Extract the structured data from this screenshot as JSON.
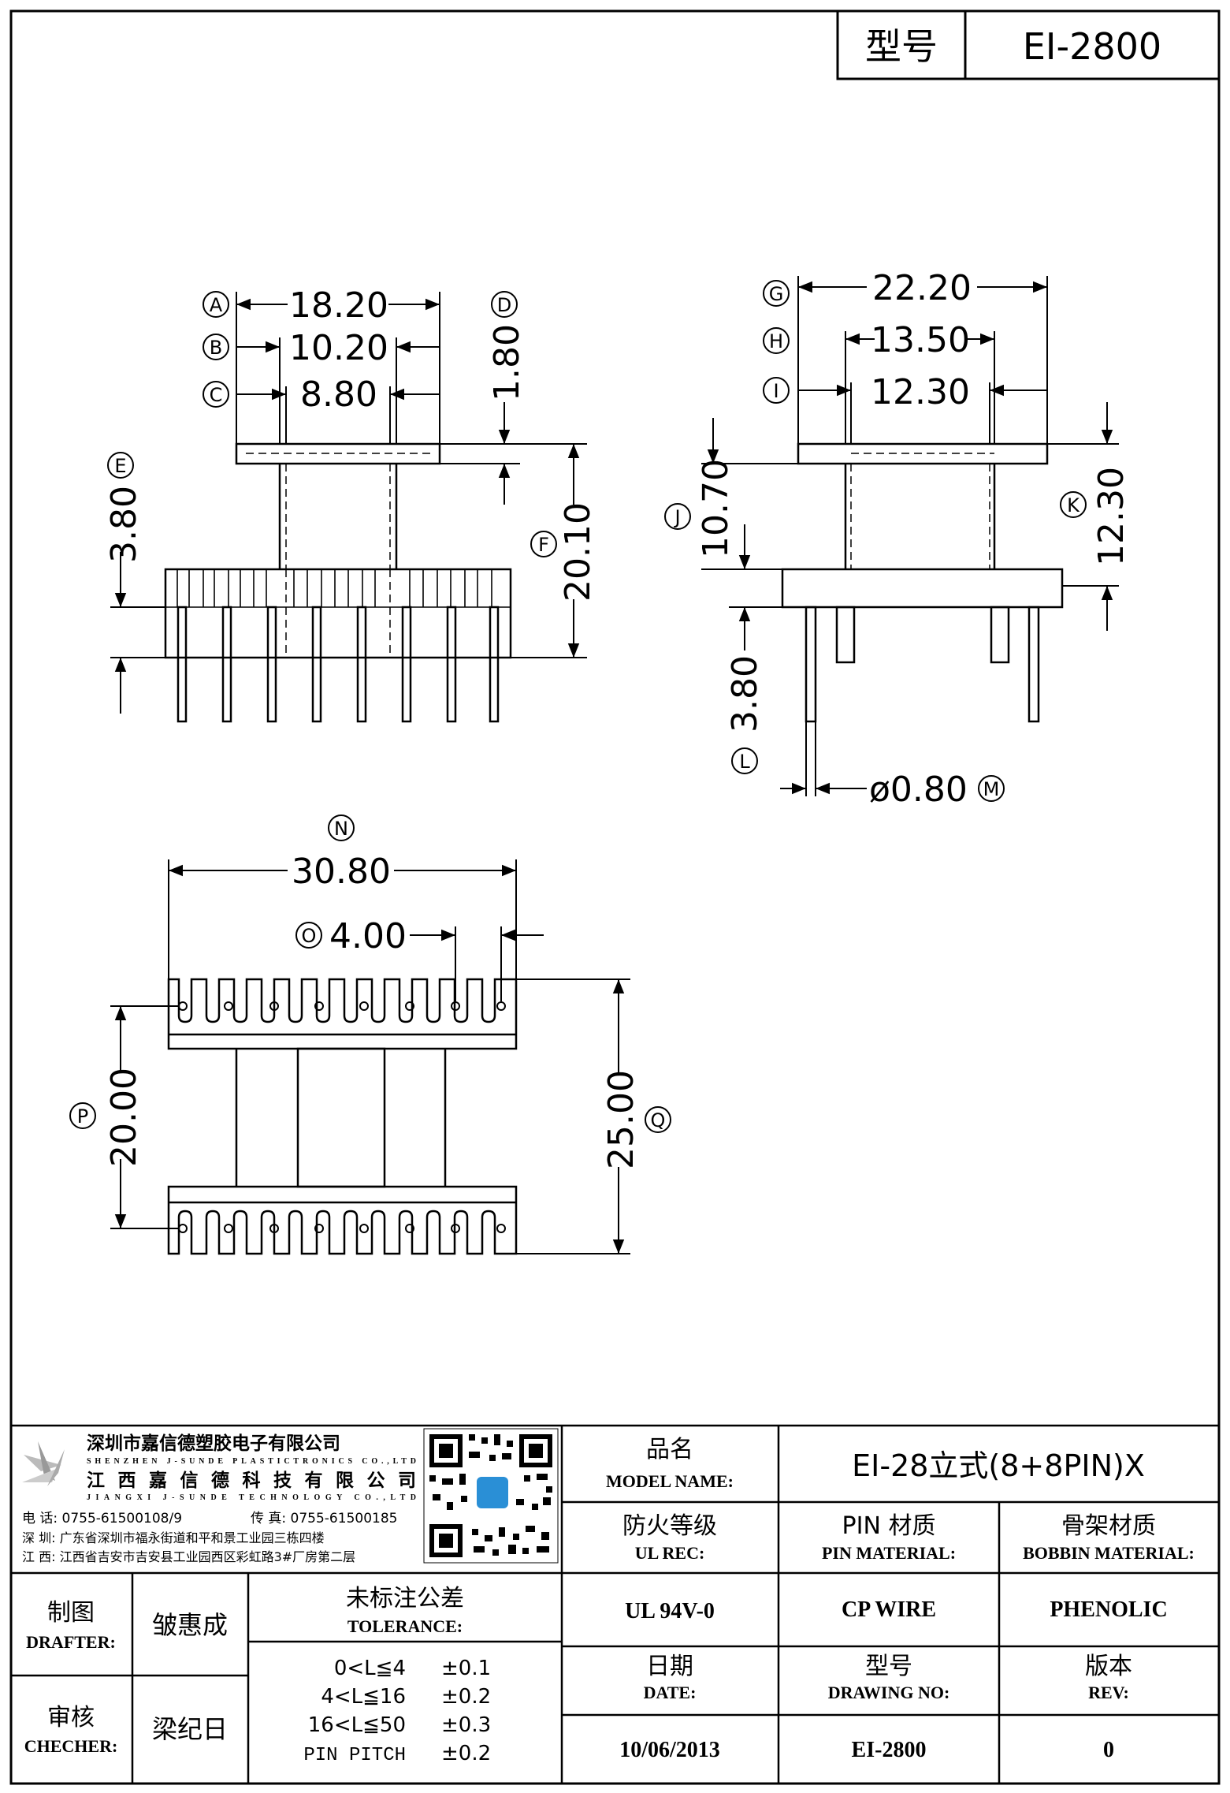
{
  "header": {
    "model_label": "型号",
    "model_value": "EI-2800"
  },
  "dimensions": {
    "A": "18.20",
    "B": "10.20",
    "C": "8.80",
    "D": "1.80",
    "E": "3.80",
    "F": "20.10",
    "G": "22.20",
    "H": "13.50",
    "I": "12.30",
    "J": "10.70",
    "K": "12.30",
    "L": "3.80",
    "M": "ø0.80",
    "N": "30.80",
    "O": "4.00",
    "P": "20.00",
    "Q": "25.00"
  },
  "markers": [
    "A",
    "B",
    "C",
    "D",
    "E",
    "F",
    "G",
    "H",
    "I",
    "J",
    "K",
    "L",
    "M",
    "N",
    "O",
    "P",
    "Q"
  ],
  "company": {
    "name_cn_1": "深圳市嘉信德塑胶电子有限公司",
    "name_en_1": "SHENZHEN J-SUNDE PLASTICTRONICS CO.,LTD",
    "name_cn_2": "江西嘉信德科技有限公司",
    "name_en_2": "JIANGXI J-SUNDE TECHNOLOGY CO.,LTD",
    "phone": "电 话: 0755-61500108/9",
    "fax": "传 真: 0755-61500185",
    "addr_sz": "深 圳: 广东省深圳市福永街道和平和景工业园三栋四楼",
    "addr_jx": "江 西: 江西省吉安市吉安县工业园西区彩虹路3#厂房第二层"
  },
  "title_block": {
    "model_name_cn": "品名",
    "model_name_en": "MODEL NAME:",
    "model_name_value": "EI-28立式(8+8PIN)X",
    "ul_cn": "防火等级",
    "ul_en": "UL REC:",
    "ul_value": "UL 94V-0",
    "pin_cn": "PIN 材质",
    "pin_en": "PIN MATERIAL:",
    "pin_value": "CP WIRE",
    "bobbin_cn": "骨架材质",
    "bobbin_en": "BOBBIN MATERIAL:",
    "bobbin_value": "PHENOLIC",
    "date_cn": "日期",
    "date_en": "DATE:",
    "date_value": "10/06/2013",
    "drawing_cn": "型号",
    "drawing_en": "DRAWING NO:",
    "drawing_value": "EI-2800",
    "rev_cn": "版本",
    "rev_en": "REV:",
    "rev_value": "0",
    "drafter_cn": "制图",
    "drafter_en": "DRAFTER:",
    "drafter_value": "皱惠成",
    "checker_cn": "审核",
    "checker_en": "CHECHER:",
    "checker_value": "梁纪日",
    "tolerance_cn": "未标注公差",
    "tolerance_en": "TOLERANCE:",
    "tolerances": [
      {
        "range": "0<L≦4",
        "value": "±0.1"
      },
      {
        "range": "4<L≦16",
        "value": "±0.2"
      },
      {
        "range": "16<L≦50",
        "value": "±0.3"
      },
      {
        "range": "PIN PITCH",
        "value": "±0.2"
      }
    ]
  }
}
